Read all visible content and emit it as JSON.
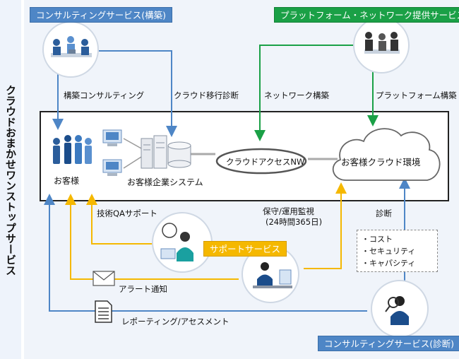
{
  "vertical_title": "クラウドおまかせワンストップサービス",
  "services": {
    "consulting_build": "コンサルティングサービス(構築)",
    "platform_network": "プラットフォーム・ネットワーク提供サービス",
    "support": "サポートサービス",
    "consulting_diagnosis": "コンサルティングサービス(診断)"
  },
  "flows": {
    "build_consulting": "構築コンサルティング",
    "cloud_migration": "クラウド移行診断",
    "network_build": "ネットワーク構築",
    "platform_build": "プラットフォーム構築",
    "tech_qa": "技術QAサポート",
    "maintenance_line1": "保守/運用監視",
    "maintenance_line2": "(24時間365日)",
    "diagnosis": "診断",
    "alert": "アラート通知",
    "reporting": "レポーティング/アセスメント"
  },
  "nodes": {
    "customer": "お客様",
    "customer_system": "お客様企業システム",
    "cloud_access": "クラウドアクセスNW",
    "customer_cloud": "お客様クラウド環境"
  },
  "diagnosis_items": [
    "・コスト",
    "・セキュリティ",
    "・キャパシティ"
  ],
  "colors": {
    "blue": "#4e86c6",
    "green": "#1aa046",
    "yellow": "#f5b800",
    "dark": "#222222"
  }
}
